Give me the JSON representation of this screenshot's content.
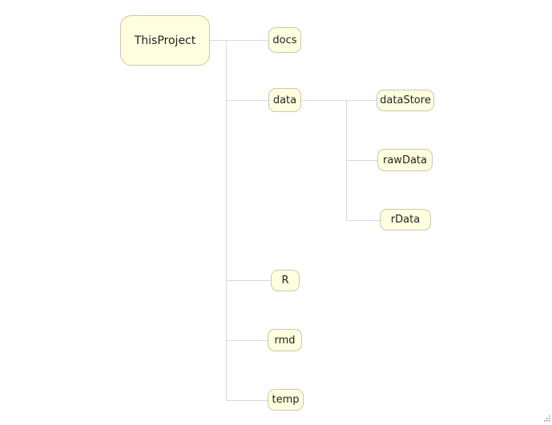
{
  "root": {
    "label": "ThisProject"
  },
  "children": [
    {
      "label": "docs"
    },
    {
      "label": "data",
      "children": [
        {
          "label": "dataStore"
        },
        {
          "label": "rawData"
        },
        {
          "label": "rData"
        }
      ]
    },
    {
      "label": "R"
    },
    {
      "label": "rmd"
    },
    {
      "label": "temp"
    }
  ]
}
